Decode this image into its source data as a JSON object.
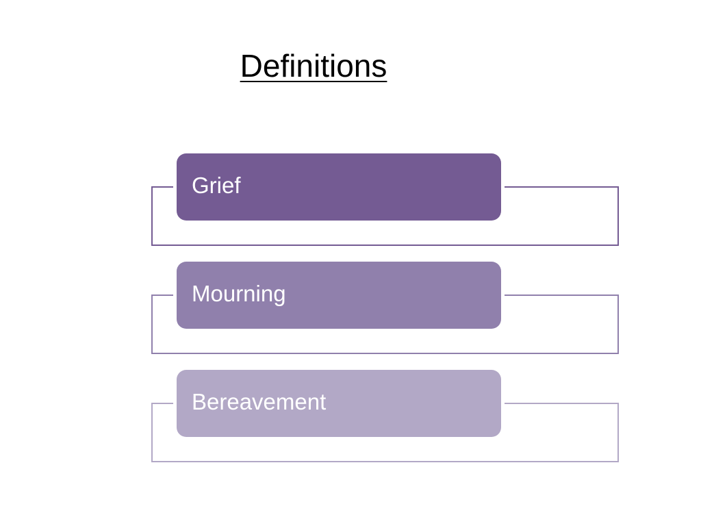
{
  "title": "Definitions",
  "items": [
    {
      "label": "Grief",
      "box_color": "#745b93",
      "line_color": "#745b93"
    },
    {
      "label": "Mourning",
      "box_color": "#9080ac",
      "line_color": "#9080ac"
    },
    {
      "label": "Bereavement",
      "box_color": "#b2a8c6",
      "line_color": "#b2a8c6"
    }
  ]
}
